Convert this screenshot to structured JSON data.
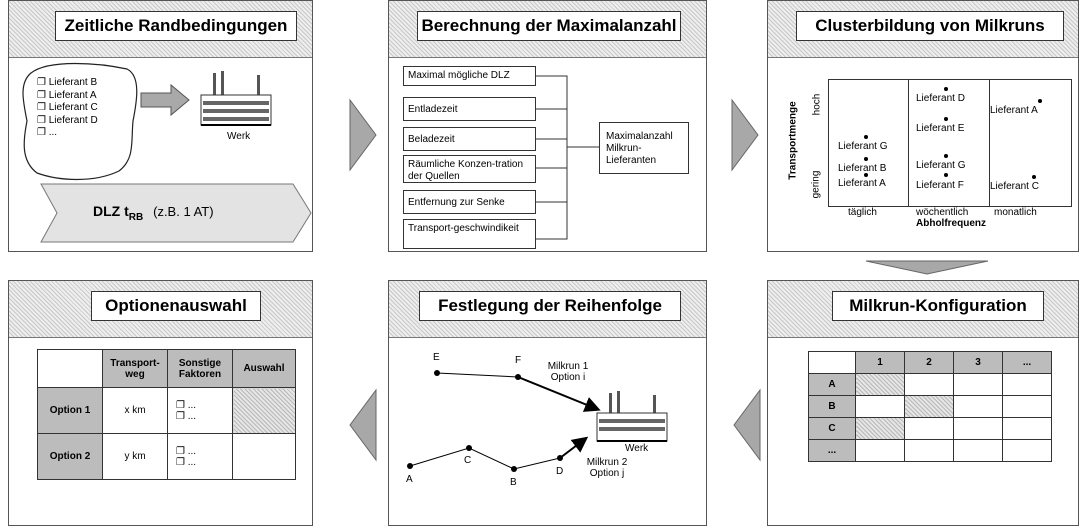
{
  "panel1": {
    "title": "Zeitliche Randbedingungen",
    "suppliers": [
      "❐ Lieferant B",
      "❐ Lieferant A",
      "❐ Lieferant C",
      "❐ Lieferant D",
      "❐ ..."
    ],
    "plant_label": "Werk",
    "dlz_main": "DLZ t",
    "dlz_sub": "RB",
    "dlz_example": "(z.B. 1 AT)"
  },
  "panel2": {
    "title": "Berechnung der Maximalanzahl",
    "factors": [
      "Maximal mögliche DLZ",
      "Entladezeit",
      "Beladezeit",
      "Räumliche Konzen-tration der Quellen",
      "Entfernung zur Senke",
      "Transport-geschwindikeit"
    ],
    "result": "Maximalanzahl Milkrun-Lieferanten"
  },
  "panel3": {
    "title": "Clusterbildung von Milkruns",
    "y_axis_label": "Transportmenge",
    "y_high": "hoch",
    "y_low": "gering",
    "x_axis_label": "Abholfrequenz",
    "x_ticks": [
      "täglich",
      "wöchentlich",
      "monatlich"
    ],
    "points": [
      "Lieferant G",
      "Lieferant B",
      "Lieferant A",
      "Lieferant D",
      "Lieferant E",
      "Lieferant G",
      "Lieferant F",
      "Lieferant A",
      "Lieferant C"
    ]
  },
  "panel4": {
    "title": "Optionenauswahl",
    "headers": [
      "",
      "Transport-weg",
      "Sonstige Faktoren",
      "Auswahl"
    ],
    "rows": [
      {
        "option": "Option 1",
        "distance": "x km",
        "factors": "❐ ...\n❐ ..."
      },
      {
        "option": "Option 2",
        "distance": "y km",
        "factors": "❐ ...\n❐ ..."
      }
    ]
  },
  "panel5": {
    "title": "Festlegung der Reihenfolge",
    "nodes": [
      "E",
      "F",
      "A",
      "C",
      "B",
      "D"
    ],
    "route1": "Milkrun 1 Option i",
    "route2": "Milkrun 2 Option j",
    "plant_label": "Werk"
  },
  "panel6": {
    "title": "Milkrun-Konfiguration",
    "col_headers": [
      "",
      "1",
      "2",
      "3",
      "..."
    ],
    "row_headers": [
      "A",
      "B",
      "C",
      "..."
    ]
  },
  "colors": {
    "panel_border": "#555555",
    "hatch": "#c8c8c8",
    "arrow": "#a0a0a0",
    "table_header": "#bcbcbc"
  }
}
